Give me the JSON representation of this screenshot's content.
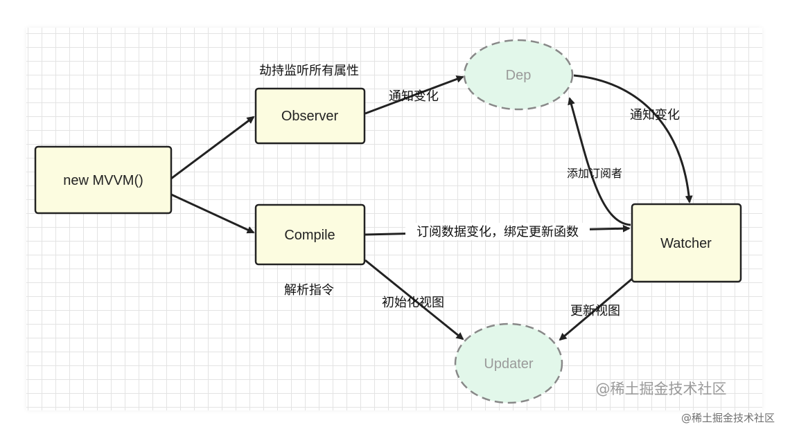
{
  "nodes": {
    "mvvm": "new MVVM()",
    "observer": "Observer",
    "compile": "Compile",
    "dep": "Dep",
    "watcher": "Watcher",
    "updater": "Updater"
  },
  "annotations": {
    "observer_note": "劫持监听所有属性",
    "compile_note": "解析指令"
  },
  "edges": {
    "observer_to_dep": "通知变化",
    "dep_to_watcher": "通知变化",
    "watcher_to_dep": "添加订阅者",
    "compile_to_watcher": "订阅数据变化，绑定更新函数",
    "compile_to_updater": "初始化视图",
    "watcher_to_updater": "更新视图"
  },
  "watermarks": {
    "inner": "@稀土掘金技术社区",
    "outer": "@稀土掘金技术社区"
  },
  "colors": {
    "box_fill": "#fcfce0",
    "box_stroke": "#222222",
    "ghost_fill": "#e2f7ea",
    "ghost_stroke": "#888888",
    "arrow": "#222222"
  }
}
